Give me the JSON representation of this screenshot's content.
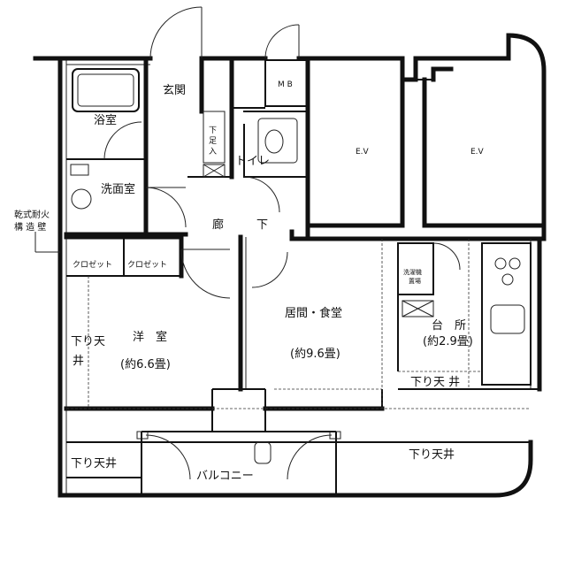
{
  "rooms": {
    "bath": "浴室",
    "entrance": "玄関",
    "mb": "M B",
    "shoe_storage": "下足入",
    "toilet": "トイレ",
    "washroom": "洗面室",
    "hallway": "廊",
    "hallway_below": "下",
    "closet1": "クロゼット",
    "closet2": "クロゼット",
    "western_room": "洋　室",
    "western_room_size": "(約6.6畳)",
    "living_dining": "居間・食堂",
    "living_dining_size": "(約9.6畳)",
    "kitchen": "台　所",
    "kitchen_size": "(約2.9畳)",
    "washer_space": "洗濯機",
    "washer_space2": "置場",
    "balcony": "バルコニー"
  },
  "notes": {
    "dry_wall_1": "乾式耐火",
    "dry_wall_2": "構 造 壁",
    "drop_ceiling_vertical_1": "下り天",
    "drop_ceiling_vertical_2": "井",
    "drop_ceiling_kitchen": "下り天 井",
    "drop_ceiling_balcony_left": "下り天井",
    "drop_ceiling_balcony_right": "下り天井"
  },
  "elevators": {
    "left": "E.V",
    "right": "E.V"
  }
}
